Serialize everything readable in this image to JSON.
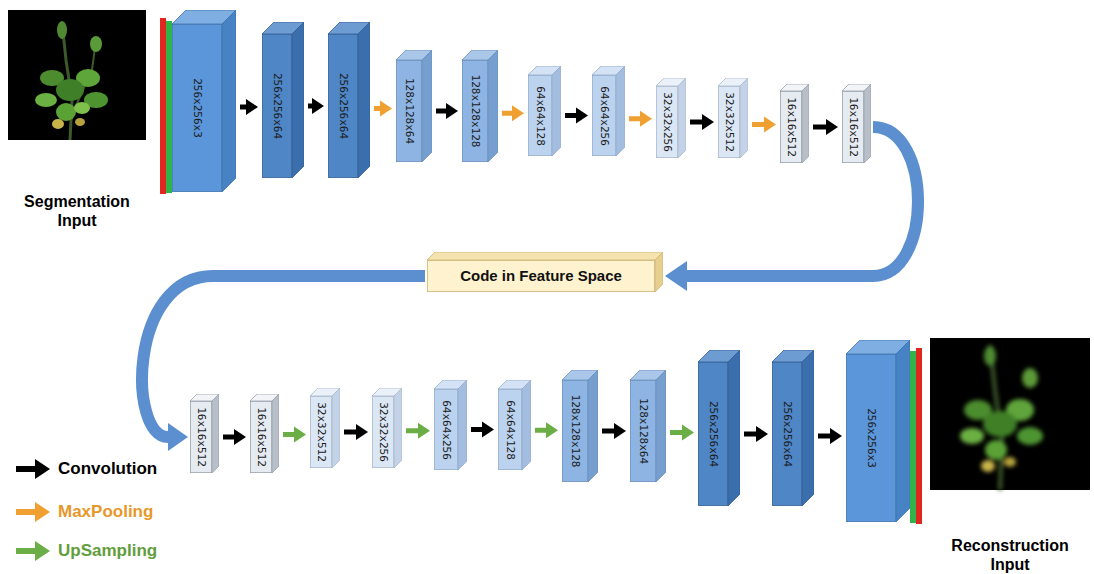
{
  "diagram": {
    "nodes": [
      {
        "text": [
          "256x256x3"
        ]
      },
      {
        "text": [
          "256x256x64"
        ]
      },
      {
        "text": [
          "256x256x64"
        ]
      },
      {
        "text": [
          "128x128x64"
        ]
      },
      {
        "text": [
          "128x128x128"
        ]
      },
      {
        "text": [
          "64x64x128"
        ]
      },
      {
        "text": [
          "64x64x256"
        ]
      },
      {
        "text": [
          "32x32x256"
        ]
      },
      {
        "text": [
          "32x32x512"
        ]
      },
      {
        "text": [
          "16x16x512"
        ]
      },
      {
        "text": [
          "16x16x512"
        ]
      },
      {
        "text": [
          "Code in Feature Space"
        ]
      },
      {
        "text": [
          "16x16x512"
        ]
      },
      {
        "text": [
          "16x16x512"
        ]
      },
      {
        "text": [
          "32x32x512"
        ]
      },
      {
        "text": [
          "32x32x256"
        ]
      },
      {
        "text": [
          "64x64x256"
        ]
      },
      {
        "text": [
          "64x64x128"
        ]
      },
      {
        "text": [
          "128x128x128"
        ]
      },
      {
        "text": [
          "128x128x64"
        ]
      },
      {
        "text": [
          "256x256x64"
        ]
      },
      {
        "text": [
          "256x256x64"
        ]
      },
      {
        "text": [
          "256x256x3"
        ]
      }
    ],
    "edges": [
      {
        "from": 0,
        "to": 1,
        "arrow": "to"
      },
      {
        "from": 1,
        "to": 2,
        "arrow": "to"
      },
      {
        "from": 2,
        "to": 3,
        "arrow": "to"
      },
      {
        "from": 3,
        "to": 4,
        "arrow": "to"
      },
      {
        "from": 4,
        "to": 5,
        "arrow": "to"
      },
      {
        "from": 5,
        "to": 6,
        "arrow": "to"
      },
      {
        "from": 6,
        "to": 7,
        "arrow": "to"
      },
      {
        "from": 7,
        "to": 8,
        "arrow": "to"
      },
      {
        "from": 8,
        "to": 9,
        "arrow": "to"
      },
      {
        "from": 9,
        "to": 10,
        "arrow": "to"
      },
      {
        "from": 10,
        "to": 11,
        "arrow": "to"
      },
      {
        "from": 11,
        "to": 12,
        "arrow": "to"
      },
      {
        "from": 12,
        "to": 13,
        "arrow": "to"
      },
      {
        "from": 13,
        "to": 14,
        "arrow": "to"
      },
      {
        "from": 14,
        "to": 15,
        "arrow": "to"
      },
      {
        "from": 15,
        "to": 16,
        "arrow": "to"
      },
      {
        "from": 16,
        "to": 17,
        "arrow": "to"
      },
      {
        "from": 17,
        "to": 18,
        "arrow": "to"
      },
      {
        "from": 18,
        "to": 19,
        "arrow": "to"
      },
      {
        "from": 19,
        "to": 20,
        "arrow": "to"
      },
      {
        "from": 20,
        "to": 21,
        "arrow": "to"
      },
      {
        "from": 21,
        "to": 22,
        "arrow": "to"
      }
    ],
    "labels": [
      "Segmentation Input",
      "Reconstruction Input"
    ],
    "legend": [
      {
        "text": "Convolution"
      },
      {
        "text": "MaxPooling"
      },
      {
        "text": "UpSampling"
      }
    ]
  }
}
